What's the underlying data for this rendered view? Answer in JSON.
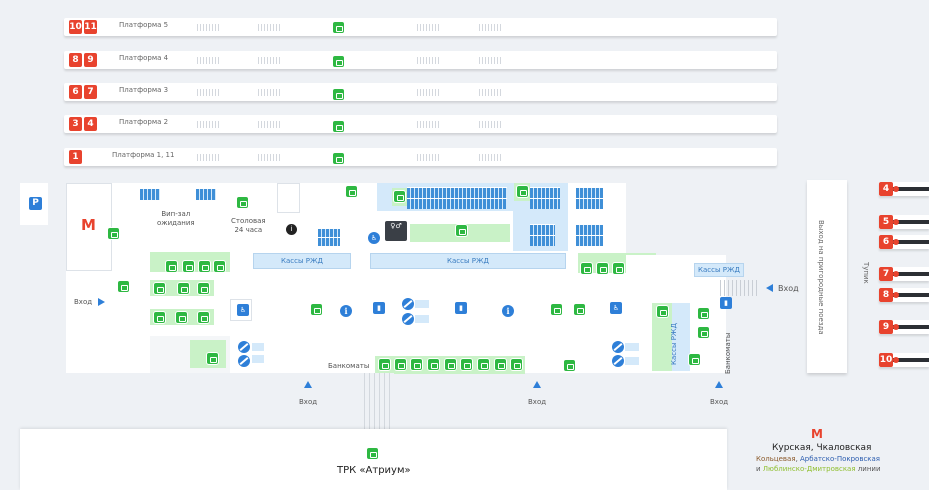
{
  "platforms": [
    {
      "numbers": [
        "10",
        "11"
      ],
      "label": "Платформа 5"
    },
    {
      "numbers": [
        "8",
        "9"
      ],
      "label": "Платформа 4"
    },
    {
      "numbers": [
        "6",
        "7"
      ],
      "label": "Платформа 3"
    },
    {
      "numbers": [
        "3",
        "4"
      ],
      "label": "Платформа 2"
    },
    {
      "numbers": [
        "1"
      ],
      "label": "Платформа 1, 11"
    }
  ],
  "left_badge": "P",
  "metro_symbol": "М",
  "labels": {
    "vip_hall": "Вип-зал\nожидания",
    "canteen": "Столовая\n24 часа",
    "kassy_rzd": "Кассы РЖД",
    "kassy_rzd_vertical": "Кассы РЖД",
    "bankomaty": "Банкоматы",
    "bankomaty_vertical": "Банкоматы",
    "exit_suburban": "Выход на пригородные поезда",
    "tupik": "Тупик",
    "exit": "Вход",
    "trk": "ТРК «Атриум»"
  },
  "right_tracks": [
    "4",
    "5",
    "6",
    "7",
    "8",
    "9",
    "10"
  ],
  "metro": {
    "stations": "Курская, Чкаловская",
    "line1": "Кольцевая",
    "line2": "Арбатско-Покровская",
    "conj": "и",
    "line3": "Люблинско-Дмитровская",
    "suffix": "линии",
    "colors": {
      "koltsevaya": "#8b5a2b",
      "arbatsko": "#2e5fb0",
      "lublinsko": "#8fbf2f",
      "metro": "#e8432e"
    }
  }
}
